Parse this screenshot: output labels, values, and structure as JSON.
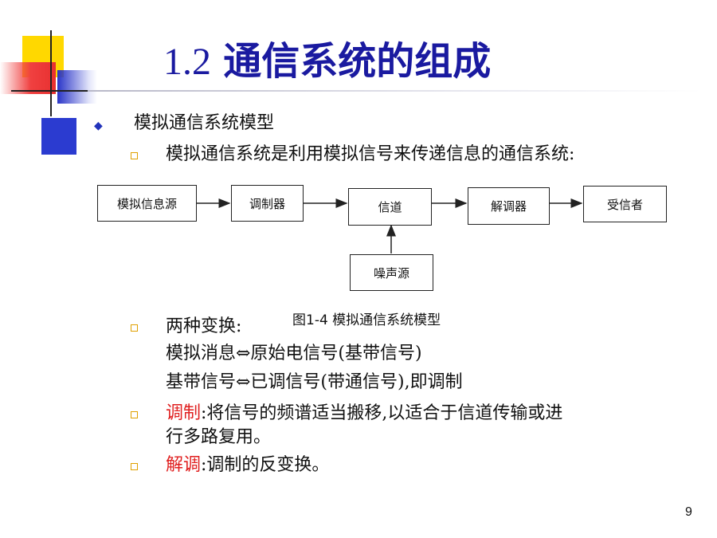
{
  "slide": {
    "title_number": "1.2",
    "title_text": "通信系统的组成",
    "page_number": "9"
  },
  "bullets": {
    "level1": "模拟通信系统模型",
    "intro": "模拟通信系统是利用模拟信号来传递信息的通信系统:",
    "transforms_label": "两种变换:",
    "transform_1": "模拟消息⇔原始电信号(基带信号)",
    "transform_2": "基带信号⇔已调信号(带通信号),即调制",
    "modulation_term": "调制",
    "modulation_def_1": ":将信号的频谱适当搬移,以适合于信道传输或进",
    "modulation_def_2": "行多路复用。",
    "demodulation_term": "解调",
    "demodulation_def": ":调制的反变换。"
  },
  "diagram": {
    "blocks": [
      "模拟信息源",
      "调制器",
      "信道",
      "解调器",
      "受信者"
    ],
    "noise": "噪声源",
    "caption": "图1-4 模拟通信系统模型"
  },
  "colors": {
    "title": "#1a1aa0",
    "term_highlight": "#e02020",
    "bullet_diamond": "#2233bb",
    "bullet_square": "#e0a000"
  }
}
